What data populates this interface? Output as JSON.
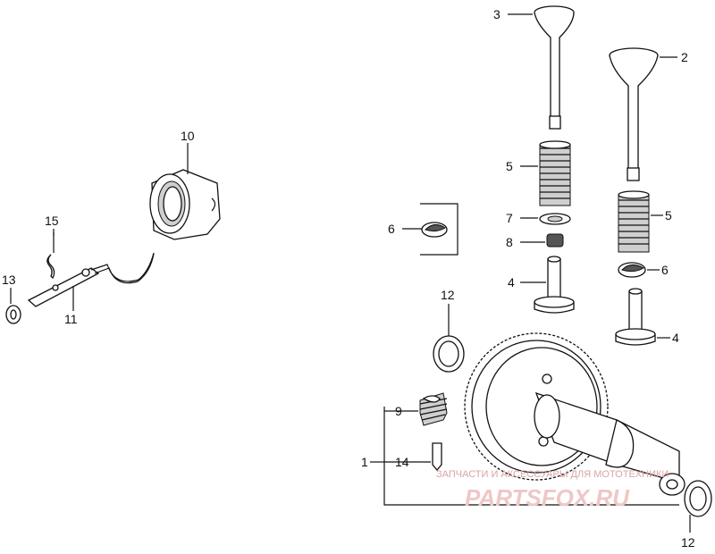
{
  "diagram": {
    "labels": {
      "l1": "1",
      "l2": "2",
      "l3": "3",
      "l4a": "4",
      "l4b": "4",
      "l5a": "5",
      "l5b": "5",
      "l6a": "6",
      "l6b": "6",
      "l7": "7",
      "l8": "8",
      "l9": "9",
      "l10": "10",
      "l11": "11",
      "l12a": "12",
      "l12b": "12",
      "l13": "13",
      "l14": "14",
      "l15": "15"
    },
    "watermark": {
      "line1": "ЗАПЧАСТИ И АКСЕССУАРЫ ДЛЯ МОТОТЕХНИКИ",
      "line2": "PARTSFOX.RU"
    }
  }
}
